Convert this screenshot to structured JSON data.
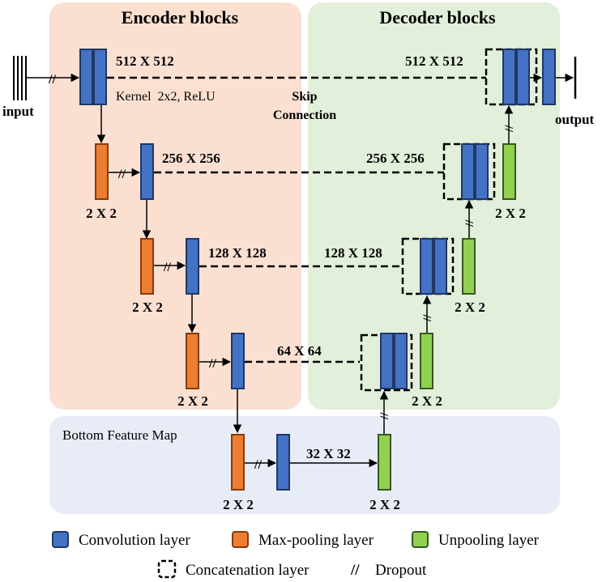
{
  "regions": {
    "encoder_title": "Encoder blocks",
    "decoder_title": "Decoder blocks",
    "bottom_title": "Bottom Feature Map"
  },
  "labels": {
    "input": "input",
    "output": "output",
    "skip_line1": "Skip",
    "skip_line2": "Connection",
    "kernel": "Kernel  2x2, ReLU",
    "dropout_mark": "//"
  },
  "sizes": {
    "s512_left": "512 X 512",
    "s512_right": "512 X 512",
    "s256_left": "256 X 256",
    "s256_right": "256 X 256",
    "s128_left": "128 X 128",
    "s128_right": "128 X 128",
    "s64": "64 X 64",
    "s32": "32 X 32"
  },
  "pool_labels": {
    "enc1": "2 X 2",
    "enc2": "2 X 2",
    "enc3": "2 X 2",
    "bottom_left": "2 X 2",
    "bottom_right": "2 X 2",
    "dec1": "2 X 2",
    "dec2": "2 X 2",
    "dec3": "2 X 2"
  },
  "legend": {
    "conv": "Convolution layer",
    "pool": "Max-pooling layer",
    "unpool": "Unpooling layer",
    "concat": "Concatenation layer",
    "dropout": "Dropout"
  },
  "colors": {
    "conv": "#4472c4",
    "pool": "#ed7d31",
    "unpool": "#92d050",
    "encoder_bg": "#fbe0d2",
    "decoder_bg": "#e2efda",
    "bottom_bg": "#e8ecf6"
  }
}
